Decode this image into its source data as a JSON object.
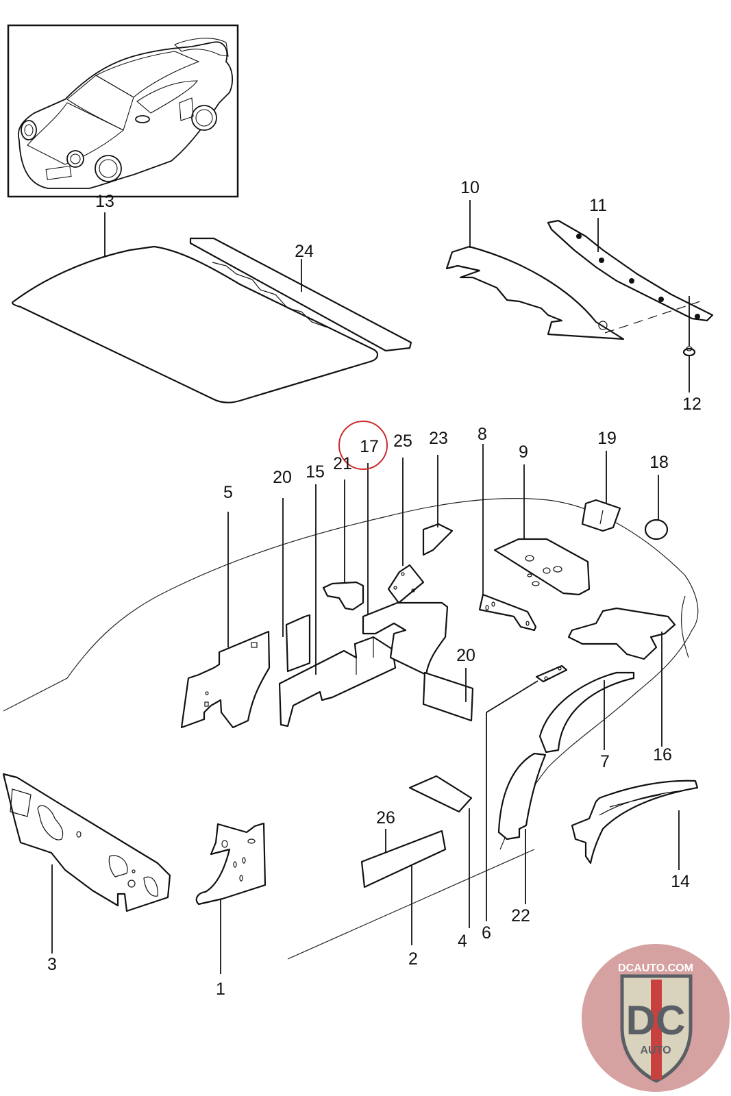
{
  "diagram": {
    "title": "Insulation / sound-deadening parts diagram",
    "thumbnail_label": "vehicle-overview",
    "highlighted_callout": "17",
    "highlight_color": "#cc2b2b",
    "callouts": {
      "c1": "1",
      "c2": "2",
      "c3": "3",
      "c4": "4",
      "c5": "5",
      "c6": "6",
      "c7": "7",
      "c8": "8",
      "c9": "9",
      "c10": "10",
      "c11": "11",
      "c12": "12",
      "c13": "13",
      "c14": "14",
      "c15": "15",
      "c16": "16",
      "c17": "17",
      "c18": "18",
      "c19": "19",
      "c20a": "20",
      "c20b": "20",
      "c21": "21",
      "c22": "22",
      "c23": "23",
      "c24": "24",
      "c25": "25",
      "c26": "26"
    }
  },
  "watermark": {
    "top_text": "DCAUTO.COM",
    "mark_text": "DC",
    "bottom_text": "AUTO",
    "colors": {
      "circle": "#c98a8a",
      "shield": "#d9d3bd",
      "letters": "#5a5f66",
      "stripe": "#c9413f"
    }
  }
}
